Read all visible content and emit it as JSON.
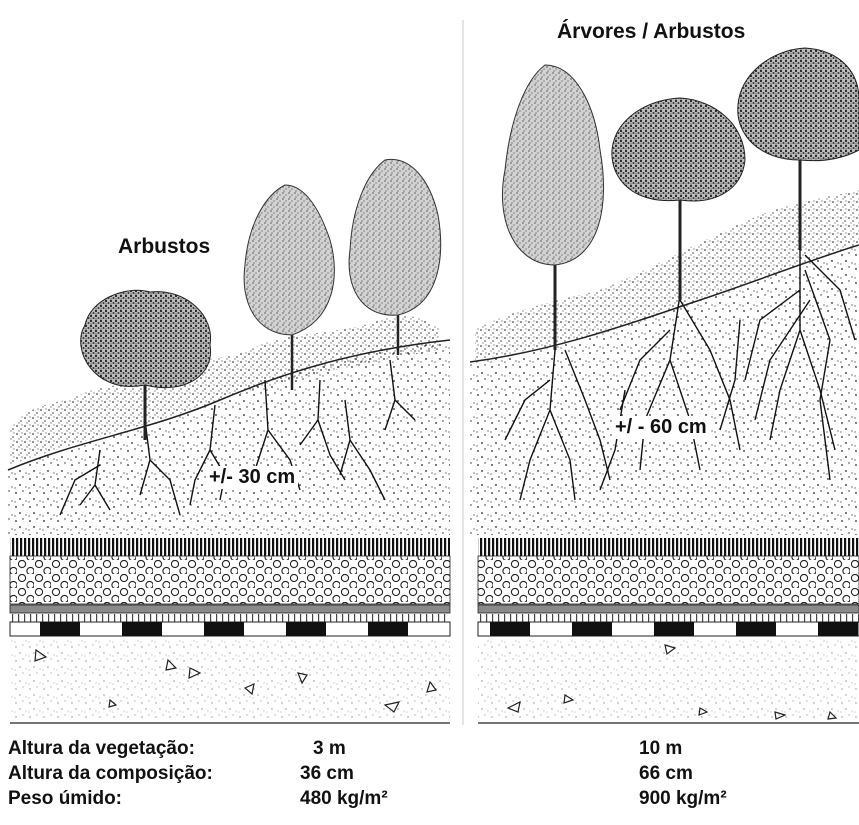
{
  "sections": [
    {
      "title": "Arbustos",
      "depth_label": "+/- 30 cm",
      "vegetation_height": "3 m",
      "composition_height": "36 cm",
      "wet_weight": "480 kg/m²"
    },
    {
      "title": "Árvores / Arbustos",
      "depth_label": "+/ - 60 cm",
      "vegetation_height": "10 m",
      "composition_height": "66 cm",
      "wet_weight": "900 kg/m²"
    }
  ],
  "legend": {
    "vegetation_height_label": "Altura da vegetação:",
    "composition_height_label": "Altura da composição:",
    "wet_weight_label": "Peso úmido:"
  },
  "colors": {
    "ink": "#111111",
    "foliage_light": "#bdbdbd",
    "foliage_dark": "#3a3a3a",
    "background": "#ffffff"
  }
}
